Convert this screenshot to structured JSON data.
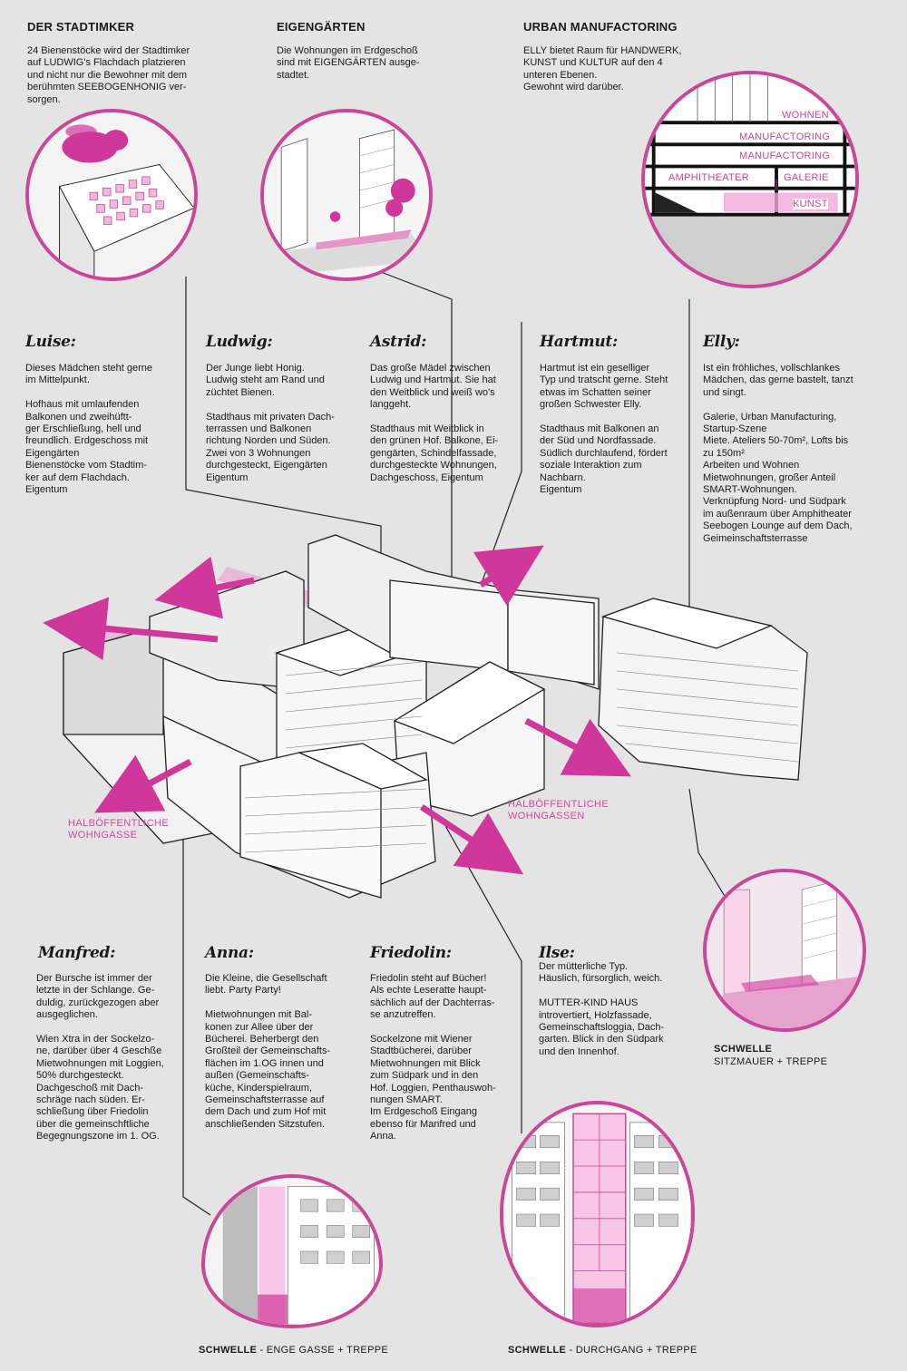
{
  "top": {
    "sections": [
      {
        "title": "DER STADTIMKER",
        "text": "24 Bienenstöcke wird der Stadtimker\nauf LUDWIG's Flachdach platzieren\nund nicht nur die Bewohner mit dem\nberühmten SEEBOGENHONIG ver-\nsorgen."
      },
      {
        "title": "EIGENGÄRTEN",
        "text": "Die Wohnungen im Erdgeschoß\nsind mit EIGENGÄRTEN ausge-\nstadtet."
      },
      {
        "title": "URBAN MANUFACTORING",
        "text": "ELLY bietet Raum für HANDWERK,\nKUNST und KULTUR auf den 4\nunteren Ebenen.\nGewohnt wird darüber."
      }
    ]
  },
  "elly_section": {
    "labels": [
      "WOHNEN",
      "MANUFACTORING",
      "MANUFACTORING",
      "AMPHITHEATER",
      "GALERIE",
      "KUNST"
    ]
  },
  "characters_top": [
    {
      "name": "Luise:",
      "text": "Dieses Mädchen steht gerne\nim Mittelpunkt.\n\nHofhaus mit umlaufenden\nBalkonen und zweihüftt-\nger Erschließung, hell und\nfreundlich. Erdgeschoss mit\nEigengärten\nBienenstöcke vom Stadtim-\nker auf dem Flachdach.\nEigentum"
    },
    {
      "name": "Ludwig:",
      "text": "Der Junge liebt Honig.\nLudwig steht am Rand und\nzüchtet Bienen.\n\nStadthaus mit privaten Dach-\nterrassen und Balkonen\nrichtung Norden und Süden.\n Zwei von 3 Wohnungen\ndurchgesteckt, Eigengärten\nEigentum"
    },
    {
      "name": "Astrid:",
      "text": "Das große Mädel zwischen\nLudwig und Hartmut. Sie hat\nden Weitblick und weiß wo's\nlanggeht.\n\nStadthaus mit Weitblick in\nden grünen Hof. Balkone, Ei-\ngengärten, Schindelfassade,\ndurchgesteckte Wohnungen,\nDachgeschoss,   Eigentum"
    },
    {
      "name": "Hartmut:",
      "text": "Hartmut ist ein geselliger\nTyp und tratscht gerne. Steht\netwas im Schatten seiner\ngroßen Schwester Elly.\n\nStadthaus mit Balkonen an\nder Süd und Nordfassade.\nSüdlich durchlaufend, fördert\nsoziale Interaktion zum\nNachbarn.\nEigentum"
    },
    {
      "name": "Elly:",
      "text": "Ist ein fröhliches, vollschlankes\nMädchen, das gerne bastelt, tanzt\nund singt.\n\nGalerie, Urban Manufacturing,\nStartup-Szene\nMiete. Ateliers 50-70m², Lofts bis\nzu 150m²\nArbeiten und Wohnen\nMietwohnungen, großer Anteil\nSMART-Wohnungen.\nVerknüpfung Nord- und Südpark\nim außenraum über Amphitheater\nSeebogen Lounge auf dem Dach,\nGeimeinschaftsterrasse"
    }
  ],
  "pink_labels": [
    "HALBÖFFENTLICHE\nWOHNGASSE",
    "HALBÖFFENTLICHE\nWOHNGASSEN"
  ],
  "characters_bottom": [
    {
      "name": "Manfred:",
      "text": "Der Bursche ist immer der\nletzte in der Schlange. Ge-\nduldig, zurückgezogen aber\nausgeglichen.\n\nWien Xtra in der Sockelzo-\nne, darüber über 4 Geschße\nMietwohnungen mit Loggien,\n50% durchgesteckt.\nDachgeschoß mit Dach-\nschräge nach süden. Er-\nschließung über Friedolin\nüber die gemeinschftliche\nBegegnungszone im 1. OG."
    },
    {
      "name": "Anna:",
      "text": "Die Kleine, die Gesellschaft\nliebt. Party Party!\n\nMietwohnungen mit Bal-\nkonen zur Allee über der\nBücherei. Beherbergt den\nGroßteil der Gemeinschafts-\nflächen im 1.OG innen und\naußen (Gemeinschafts-\nküche, Kinderspielraum,\nGemeinschaftsterrasse auf\ndem Dach und zum Hof mit\nanschließenden Sitzstufen."
    },
    {
      "name": "Friedolin:",
      "text": "Friedolin steht auf Bücher!\nAls echte Leseratte haupt-\nsächlich auf der Dachterras-\nse anzutreffen.\n\nSockelzone mit Wiener\nStadtbücherei, darüber\nMietwohnungen mit Blick\nzum Südpark und in den\nHof. Loggien, Penthauswoh-\nnungen SMART.\nIm Erdgeschoß Eingang\nebenso für Manfred und\nAnna."
    },
    {
      "name": "Ilse:",
      "text": "Der mütterliche Typ.\nHäuslich, fürsorglich, weich.\n\nMUTTER-KIND HAUS\nintrovertiert, Holzfassade,\nGemeinschaftsloggia, Dach-\ngarten. Blick in den Südpark\nund den Innenhof."
    }
  ],
  "captions": {
    "right": {
      "bold": "SCHWELLE",
      "rest": "SITZMAUER + TREPPE"
    },
    "bottom_left": {
      "bold": "SCHWELLE",
      "rest": " - ENGE GASSE + TREPPE"
    },
    "bottom_right": {
      "bold": "SCHWELLE",
      "rest": " - DURCHGANG + TREPPE"
    }
  },
  "colors": {
    "accent": "#c9469a",
    "background": "#e4e4e4",
    "magenta_arrow": "#d0379a"
  }
}
